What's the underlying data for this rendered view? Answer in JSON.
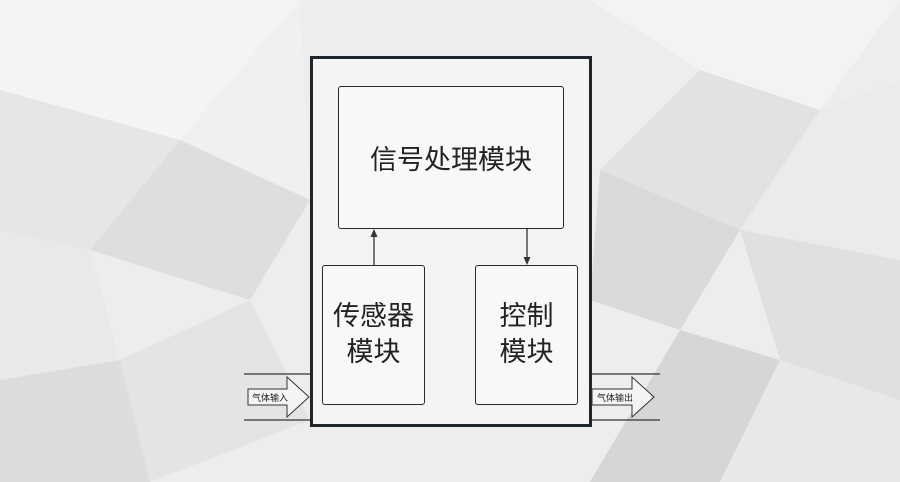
{
  "diagram": {
    "signal_module": "信号处理模块",
    "sensor_module": [
      "传感器",
      "模块"
    ],
    "control_module": [
      "控制",
      "模块"
    ],
    "gas_input": "气体输入",
    "gas_output": "气体输出",
    "colors": {
      "outline": "#1e2429",
      "line": "#333333",
      "text": "#222222"
    }
  }
}
